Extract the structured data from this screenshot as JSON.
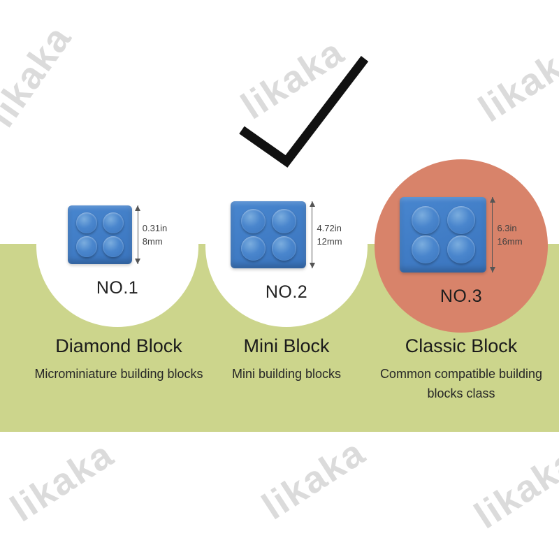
{
  "watermark": {
    "text": "likaka"
  },
  "check": {
    "over": "NO.2"
  },
  "colors": {
    "band": "#ccd58c",
    "brick_blue": "#3e7dc6",
    "classic_circle": "#d8836a",
    "checkmark": "#111111",
    "watermark": "#d8d8d8"
  },
  "products": [
    {
      "number": "NO.1",
      "name": "Diamond Block",
      "description": "Microminiature building blocks",
      "height_in": "0.31in",
      "height_mm": "8mm"
    },
    {
      "number": "NO.2",
      "name": "Mini Block",
      "description": "Mini building blocks",
      "height_in": "4.72in",
      "height_mm": "12mm"
    },
    {
      "number": "NO.3",
      "name": "Classic Block",
      "description": "Common compatible building blocks class",
      "height_in": "6.3in",
      "height_mm": "16mm"
    }
  ]
}
